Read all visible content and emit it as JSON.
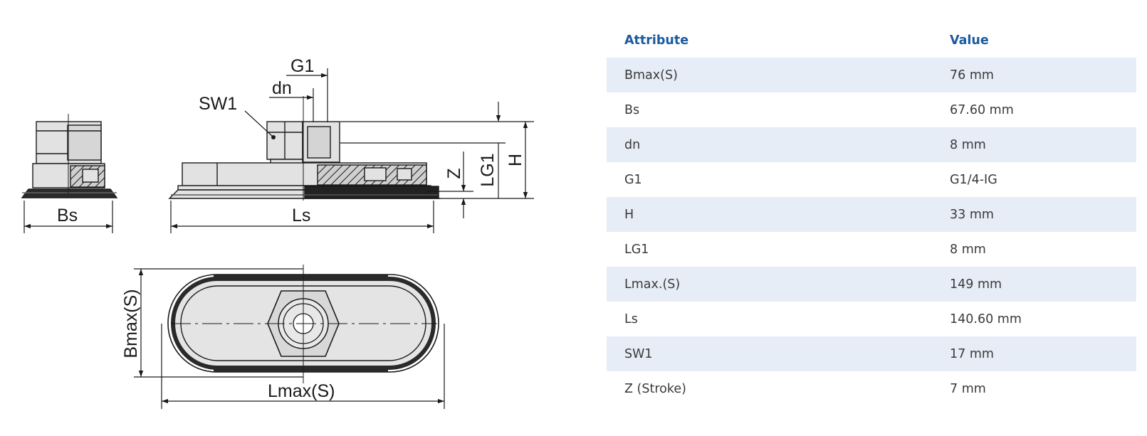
{
  "drawing": {
    "labels": {
      "g1": "G1",
      "dn": "dn",
      "sw1": "SW1",
      "z": "Z",
      "lg1": "LG1",
      "h": "H",
      "bs": "Bs",
      "ls": "Ls",
      "bmax": "Bmax(S)",
      "lmax": "Lmax(S)"
    }
  },
  "table": {
    "headers": {
      "attribute": "Attribute",
      "value": "Value"
    },
    "rows": [
      {
        "attribute": "Bmax(S)",
        "value": "76 mm"
      },
      {
        "attribute": "Bs",
        "value": "67.60 mm"
      },
      {
        "attribute": "dn",
        "value": "8 mm"
      },
      {
        "attribute": "G1",
        "value": "G1/4-IG"
      },
      {
        "attribute": "H",
        "value": "33 mm"
      },
      {
        "attribute": "LG1",
        "value": "8 mm"
      },
      {
        "attribute": "Lmax.(S)",
        "value": "149 mm"
      },
      {
        "attribute": "Ls",
        "value": "140.60 mm"
      },
      {
        "attribute": "SW1",
        "value": "17 mm"
      },
      {
        "attribute": "Z (Stroke)",
        "value": "7 mm"
      }
    ]
  },
  "colors": {
    "header_text": "#1a5aa0",
    "stripe": "#e6edf7",
    "line": "#1a1a1a",
    "part_fill": "#e2e2e2"
  }
}
